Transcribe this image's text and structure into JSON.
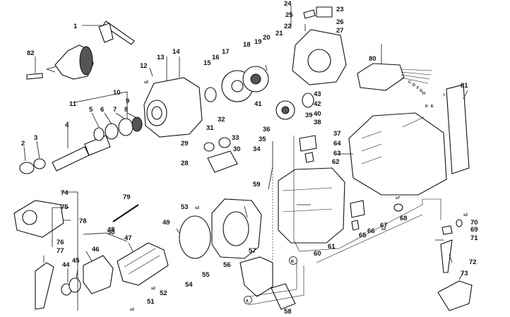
{
  "diagram": {
    "header_text": "",
    "multiplier_x2": "x2",
    "multiplier_x7": "x7",
    "callouts": [
      "1",
      "2",
      "3",
      "4",
      "5",
      "6",
      "7",
      "8",
      "9",
      "10",
      "11",
      "12",
      "13",
      "14",
      "15",
      "16",
      "17",
      "18",
      "19",
      "20",
      "21",
      "22",
      "23",
      "24",
      "25",
      "26",
      "27",
      "28",
      "29",
      "30",
      "31",
      "32",
      "33",
      "34",
      "35",
      "36",
      "37",
      "38",
      "39",
      "40",
      "41",
      "42",
      "43",
      "44",
      "45",
      "46",
      "47",
      "48",
      "49",
      "50",
      "51",
      "52",
      "53",
      "54",
      "55",
      "56",
      "57",
      "58",
      "59",
      "60",
      "61",
      "62",
      "63",
      "64",
      "65",
      "66",
      "67",
      "68",
      "69",
      "70",
      "71",
      "72",
      "73",
      "74",
      "75",
      "76",
      "77",
      "78",
      "79",
      "80",
      "81",
      "82"
    ],
    "wire_letters": [
      "A",
      "B",
      "C",
      "D",
      "E",
      "F",
      "G",
      "H",
      "I",
      "K"
    ]
  }
}
